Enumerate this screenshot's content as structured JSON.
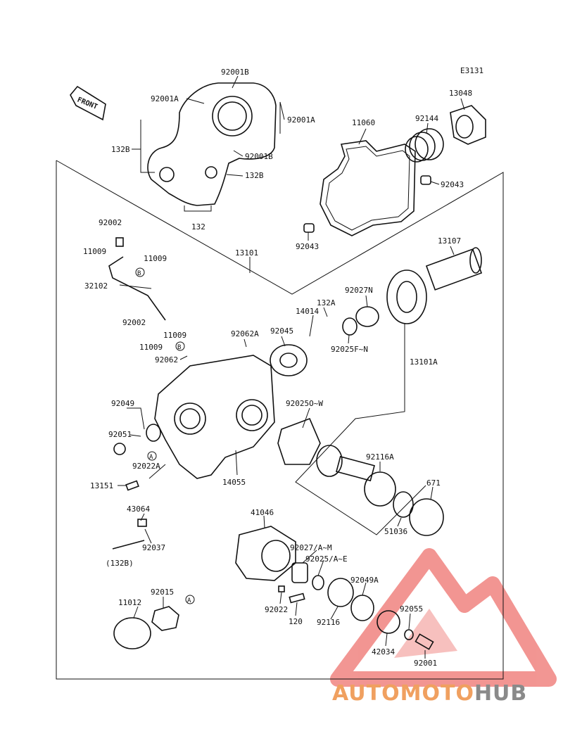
{
  "figure_code": "E3131",
  "front_label": "FRONT",
  "callouts": [
    {
      "id": "c-92001b-top",
      "text": "92001B"
    },
    {
      "id": "c-92001a-l",
      "text": "92001A"
    },
    {
      "id": "c-92001a-r",
      "text": "92001A"
    },
    {
      "id": "c-132b-l",
      "text": "132B"
    },
    {
      "id": "c-92001b-2",
      "text": "92001B"
    },
    {
      "id": "c-132b-r",
      "text": "132B"
    },
    {
      "id": "c-132",
      "text": "132"
    },
    {
      "id": "c-11060",
      "text": "11060"
    },
    {
      "id": "c-92144",
      "text": "92144"
    },
    {
      "id": "c-13048",
      "text": "13048"
    },
    {
      "id": "c-92043-r",
      "text": "92043"
    },
    {
      "id": "c-92043-l",
      "text": "92043"
    },
    {
      "id": "c-92002-top",
      "text": "92002"
    },
    {
      "id": "c-11009-a",
      "text": "11009"
    },
    {
      "id": "c-11009-b",
      "text": "11009"
    },
    {
      "id": "c-13101",
      "text": "13101"
    },
    {
      "id": "c-13107",
      "text": "13107"
    },
    {
      "id": "c-32102",
      "text": "32102"
    },
    {
      "id": "c-92027n",
      "text": "92027N"
    },
    {
      "id": "c-132a",
      "text": "132A"
    },
    {
      "id": "c-14014",
      "text": "14014"
    },
    {
      "id": "c-92002-mid",
      "text": "92002"
    },
    {
      "id": "c-11009-c",
      "text": "11009"
    },
    {
      "id": "c-11009-d",
      "text": "11009"
    },
    {
      "id": "c-92062a",
      "text": "92062A"
    },
    {
      "id": "c-92045",
      "text": "92045"
    },
    {
      "id": "c-92025fn",
      "text": "92025F~N"
    },
    {
      "id": "c-92062",
      "text": "92062"
    },
    {
      "id": "c-13101a",
      "text": "13101A"
    },
    {
      "id": "c-92049",
      "text": "92049"
    },
    {
      "id": "c-92025ow",
      "text": "92025O~W"
    },
    {
      "id": "c-92051",
      "text": "92051"
    },
    {
      "id": "c-92116a",
      "text": "92116A"
    },
    {
      "id": "c-92022a",
      "text": "92022A"
    },
    {
      "id": "c-14055",
      "text": "14055"
    },
    {
      "id": "c-13151",
      "text": "13151"
    },
    {
      "id": "c-671",
      "text": "671"
    },
    {
      "id": "c-43064",
      "text": "43064"
    },
    {
      "id": "c-51036",
      "text": "51036"
    },
    {
      "id": "c-41046",
      "text": "41046"
    },
    {
      "id": "c-92037",
      "text": "92037"
    },
    {
      "id": "c-132b-paren",
      "text": "(132B)"
    },
    {
      "id": "c-92027am",
      "text": "92027/A~M"
    },
    {
      "id": "c-92025ae",
      "text": "92025/A~E"
    },
    {
      "id": "c-92049a",
      "text": "92049A"
    },
    {
      "id": "c-92015",
      "text": "92015"
    },
    {
      "id": "c-11012",
      "text": "11012"
    },
    {
      "id": "c-92022",
      "text": "92022"
    },
    {
      "id": "c-120",
      "text": "120"
    },
    {
      "id": "c-92116",
      "text": "92116"
    },
    {
      "id": "c-92055",
      "text": "92055"
    },
    {
      "id": "c-42034",
      "text": "42034"
    },
    {
      "id": "c-92001",
      "text": "92001"
    }
  ],
  "ref_markers": [
    {
      "id": "m-b1",
      "text": "B"
    },
    {
      "id": "m-b2",
      "text": "B"
    },
    {
      "id": "m-a1",
      "text": "A"
    },
    {
      "id": "m-a2",
      "text": "A"
    }
  ],
  "watermark": {
    "part1": "AUTOMOTO",
    "part2": "HUB",
    "color1": "#f0a060",
    "color2": "#8a8a8a",
    "logo_color": "#e8403a"
  }
}
